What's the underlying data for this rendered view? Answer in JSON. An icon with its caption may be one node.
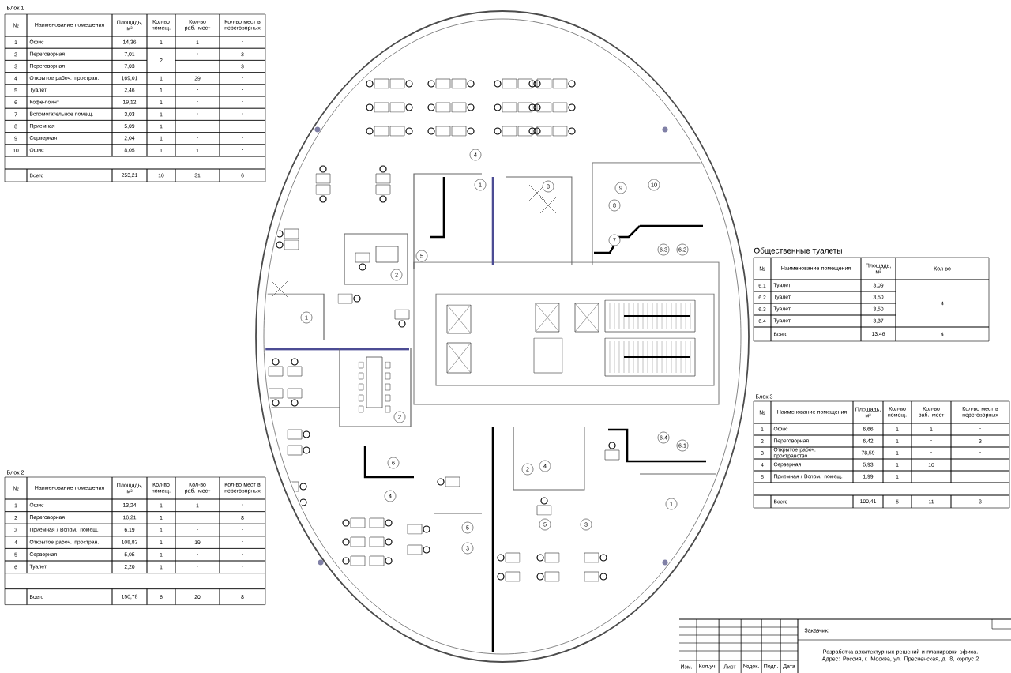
{
  "diagram": {
    "labels": [
      "Блок 1",
      "№",
      "Наименование помещения",
      "Площадь, м²",
      "Кол-во помещ.",
      "Кол-во раб. мест",
      "Кол-во мест в переговорных",
      "1",
      "Офис",
      "14,36",
      "1",
      "1",
      "-",
      "2",
      "Переговорная",
      "7,01",
      "2",
      "-",
      "3",
      "3",
      "Переговорная",
      "7,03",
      "-",
      "3",
      "4",
      "Открытое рабоч. простран.",
      "169,01",
      "1",
      "29",
      "-",
      "5",
      "Туалет",
      "2,46",
      "1",
      "-",
      "-",
      "6",
      "Кофе-поинт",
      "19,12",
      "1",
      "-",
      "-",
      "7",
      "Вспомогательное помещ.",
      "3,03",
      "1",
      "-",
      "-",
      "8",
      "Приемная",
      "5,09",
      "1",
      "-",
      "-",
      "9",
      "Серверная",
      "2,04",
      "1",
      "-",
      "-",
      "10",
      "Офис",
      "8,05",
      "1",
      "1",
      "-",
      "Всего",
      "253,21",
      "10",
      "31",
      "6",
      "4",
      "1",
      "8",
      "9",
      "10",
      "8",
      "7",
      "6.3",
      "6.2",
      "5",
      "2",
      "1",
      "2",
      "6.4",
      "6.1",
      "6",
      "2",
      "4",
      "4",
      "1",
      "5",
      "5",
      "3",
      "3",
      "Общественные туалеты",
      "№",
      "Наименование помещения",
      "Площадь, м²",
      "Кол-во",
      "6.1",
      "Туалет",
      "3,09",
      "4",
      "6.2",
      "Туалет",
      "3,50",
      "6.3",
      "Туалет",
      "3,50",
      "6.4",
      "Туалет",
      "3,37",
      "Всего",
      "13,46",
      "4",
      "Блок 3",
      "№",
      "Наименование помещения",
      "Площадь, м²",
      "Кол-во помещ.",
      "Кол-во раб. мест",
      "Кол-во мест в переговорных",
      "1",
      "Офис",
      "6,66",
      "1",
      "1",
      "-",
      "2",
      "Переговорная",
      "6,42",
      "1",
      "-",
      "3",
      "3",
      "Открытое рабоч. пространство",
      "78,59",
      "1",
      "-",
      "-",
      "4",
      "Серверная",
      "5,93",
      "1",
      "10",
      "-",
      "5",
      "Приемная / Вспом. помещ.",
      "1,99",
      "1",
      "-",
      "-",
      "Всего",
      "100,41",
      "5",
      "11",
      "3",
      "Блок 2",
      "№",
      "Наименование помещения",
      "Площадь, м²",
      "Кол-во помещ.",
      "Кол-во раб. мест",
      "Кол-во мест в переговорных",
      "1",
      "Офис",
      "13,24",
      "1",
      "1",
      "-",
      "2",
      "Переговорная",
      "16,21",
      "1",
      "-",
      "8",
      "3",
      "Приемная / Вспом. помещ.",
      "6,19",
      "1",
      "-",
      "-",
      "4",
      "Открытое рабоч. простран.",
      "108,83",
      "1",
      "19",
      "-",
      "5",
      "Серверная",
      "5,05",
      "1",
      "-",
      "-",
      "6",
      "Туалет",
      "2,20",
      "1",
      "-",
      "-",
      "Всего",
      "150,78",
      "6",
      "20",
      "8",
      "Изм.",
      "Кол.уч.",
      "Лист",
      "№док.",
      "Подп.",
      "Дата",
      "Заказчик:",
      "Разработка архитектурных решений и планировки офиса. Адрес: Россия, г. Москва, ул. Пресненская, д. 8, корпус 2"
    ]
  }
}
